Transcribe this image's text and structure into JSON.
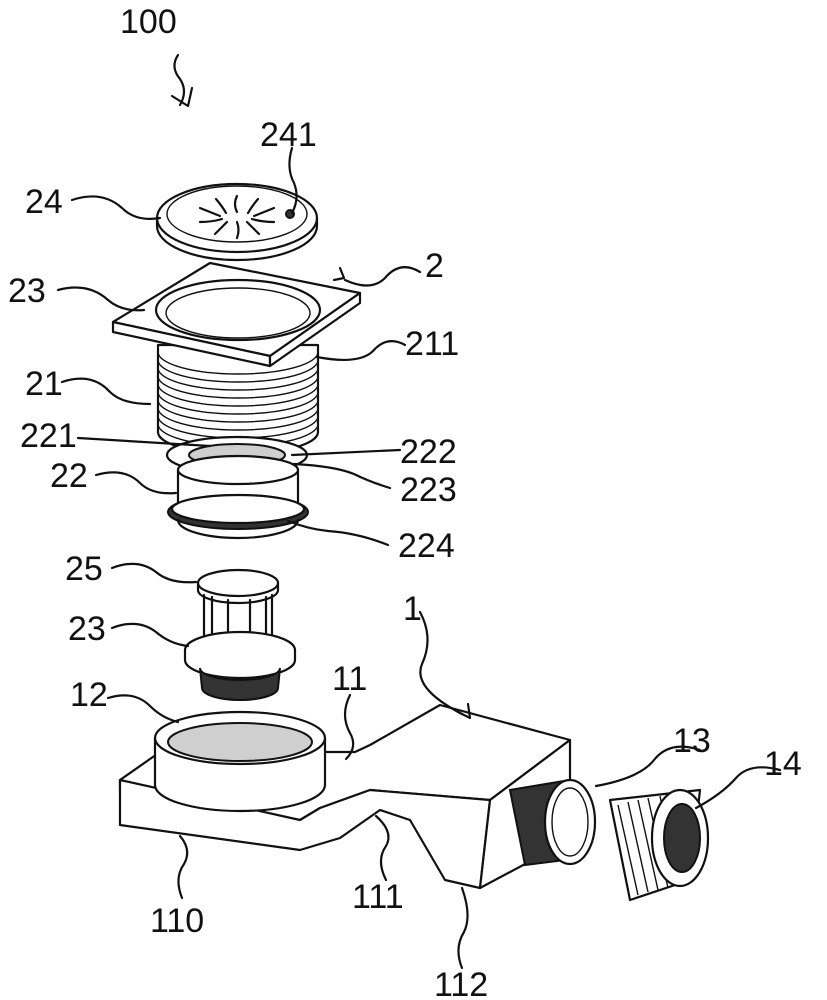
{
  "figure": {
    "labels": {
      "assembly": "100",
      "grate_hole": "241",
      "grate": "24",
      "body_group": "2",
      "square_flange": "23",
      "thread_ring": "211",
      "threaded_sleeve": "21",
      "part_221": "221",
      "part_222": "222",
      "lower_sleeve": "22",
      "part_223": "223",
      "part_224": "224",
      "cap_plate": "25",
      "core_23": "23",
      "base_group": "1",
      "socket": "11",
      "socket_ring": "12",
      "connector": "13",
      "nut": "14",
      "box_body": "110",
      "bend": "111",
      "outlet": "112"
    }
  }
}
